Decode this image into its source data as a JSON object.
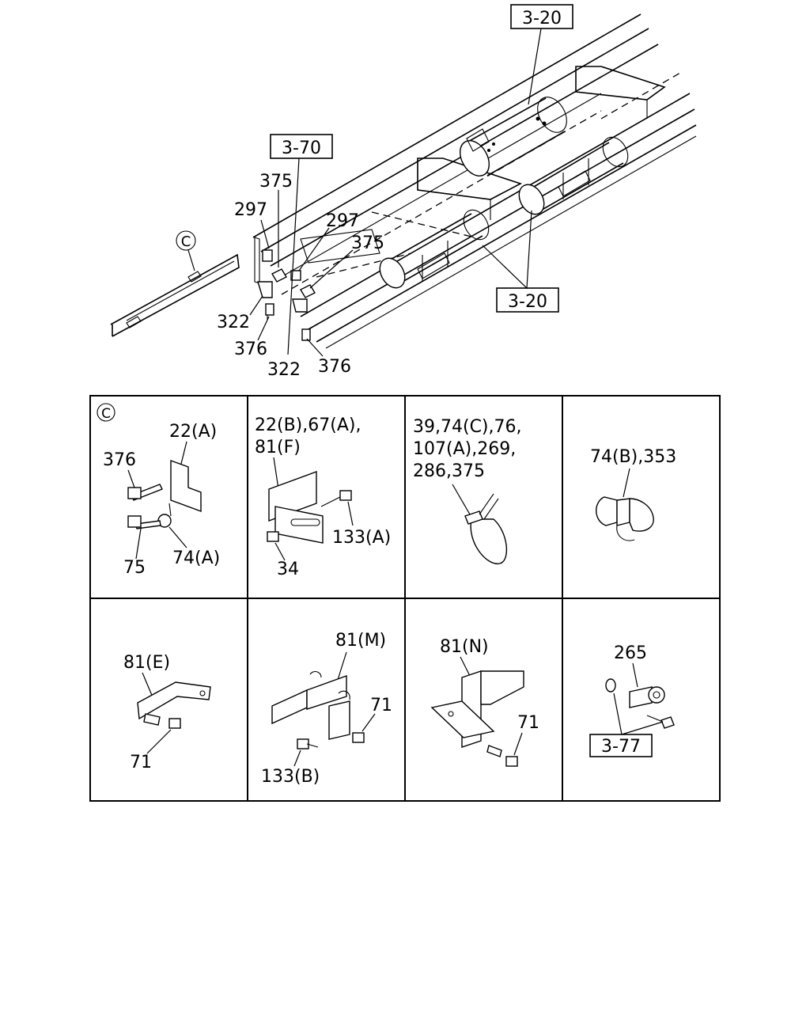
{
  "overview": {
    "refs": {
      "fuel_tank_upper": "3-20",
      "fuel_tank_lower": "3-20",
      "exhaust": "3-70"
    },
    "callout_marker": "C",
    "labels": {
      "l375a": "375",
      "l297a": "297",
      "l297b": "297",
      "l375b": "375",
      "l322a": "322",
      "l376a": "376",
      "l322b": "322",
      "l376b": "376"
    }
  },
  "detail_grid": {
    "cells": {
      "c1": {
        "marker": "C",
        "labels": [
          "22(A)",
          "376",
          "75",
          "74(A)"
        ]
      },
      "c2": {
        "labels": [
          "22(B),67(A),",
          "81(F)",
          "133(A)",
          "34"
        ]
      },
      "c3": {
        "labels": [
          "39,74(C),76,",
          "107(A),269,",
          "286,375"
        ]
      },
      "c4": {
        "labels": [
          "74(B),353"
        ]
      },
      "c5": {
        "labels": [
          "81(E)",
          "71"
        ]
      },
      "c6": {
        "labels": [
          "81(M)",
          "71",
          "133(B)"
        ]
      },
      "c7": {
        "labels": [
          "81(N)",
          "71"
        ]
      },
      "c8": {
        "labels": [
          "265"
        ],
        "ref": "3-77"
      }
    }
  }
}
